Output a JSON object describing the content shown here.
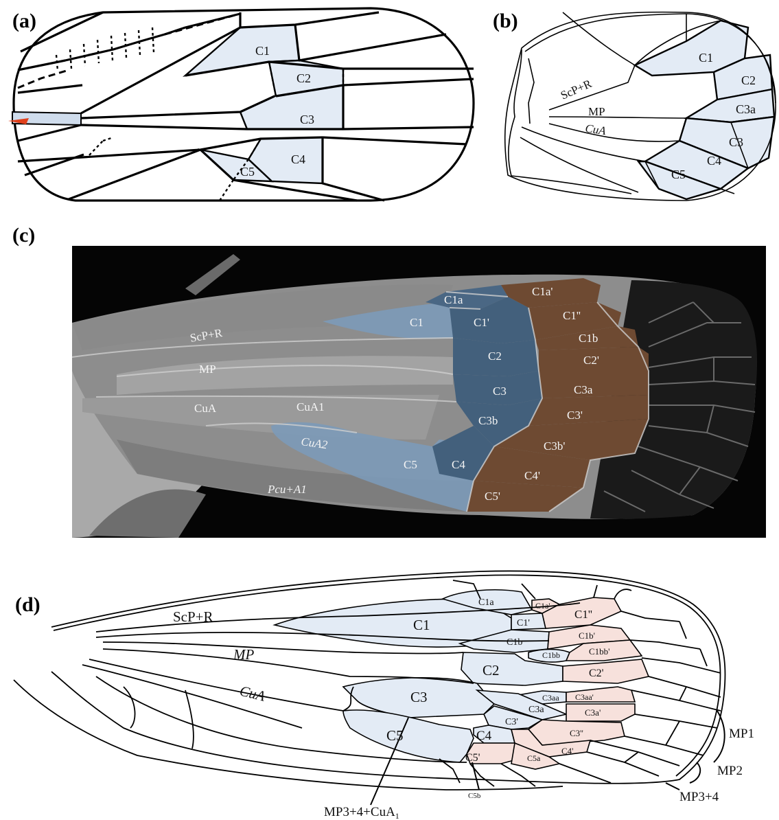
{
  "panels": {
    "a": "(a)",
    "b": "(b)",
    "c": "(c)",
    "d": "(d)"
  },
  "panel_a": {
    "cells": [
      "C1",
      "C2",
      "C3",
      "C4",
      "C5"
    ]
  },
  "panel_b": {
    "veins": [
      "ScP+R",
      "MP",
      "CuA"
    ],
    "cells": [
      "C1",
      "C2",
      "C3a",
      "C3",
      "C4",
      "C5"
    ]
  },
  "panel_c": {
    "veins": [
      "ScP+R",
      "MP",
      "CuA",
      "CuA1",
      "CuA2",
      "Pcu+A1"
    ],
    "cells_blue": [
      "C1",
      "C5"
    ],
    "cells_dark": [
      "C1a",
      "C1'",
      "C2",
      "C3",
      "C3b",
      "C4"
    ],
    "cells_brown": [
      "C1a'",
      "C1''",
      "C1b",
      "C2'",
      "C3a",
      "C3'",
      "C3b'",
      "C4'",
      "C5'"
    ]
  },
  "panel_d": {
    "veins": [
      "ScP+R",
      "MP",
      "CuA"
    ],
    "cells_blue": [
      "C1",
      "C1a",
      "C1'",
      "C1b",
      "C1bb",
      "C2",
      "C3",
      "C3aa",
      "C3a",
      "C3'",
      "C4",
      "C5"
    ],
    "cells_pink": [
      "C1a'",
      "C1''",
      "C1b'",
      "C1bb'",
      "C2'",
      "C3aa'",
      "C3a'",
      "C3''",
      "C4'",
      "C5'",
      "C5a"
    ],
    "callouts": {
      "c5b": "C5b",
      "mp1": "MP1",
      "mp2": "MP2",
      "mp34": "MP3+4",
      "bottom": "MP3+4+CuA",
      "bottom_sub": "1"
    }
  }
}
